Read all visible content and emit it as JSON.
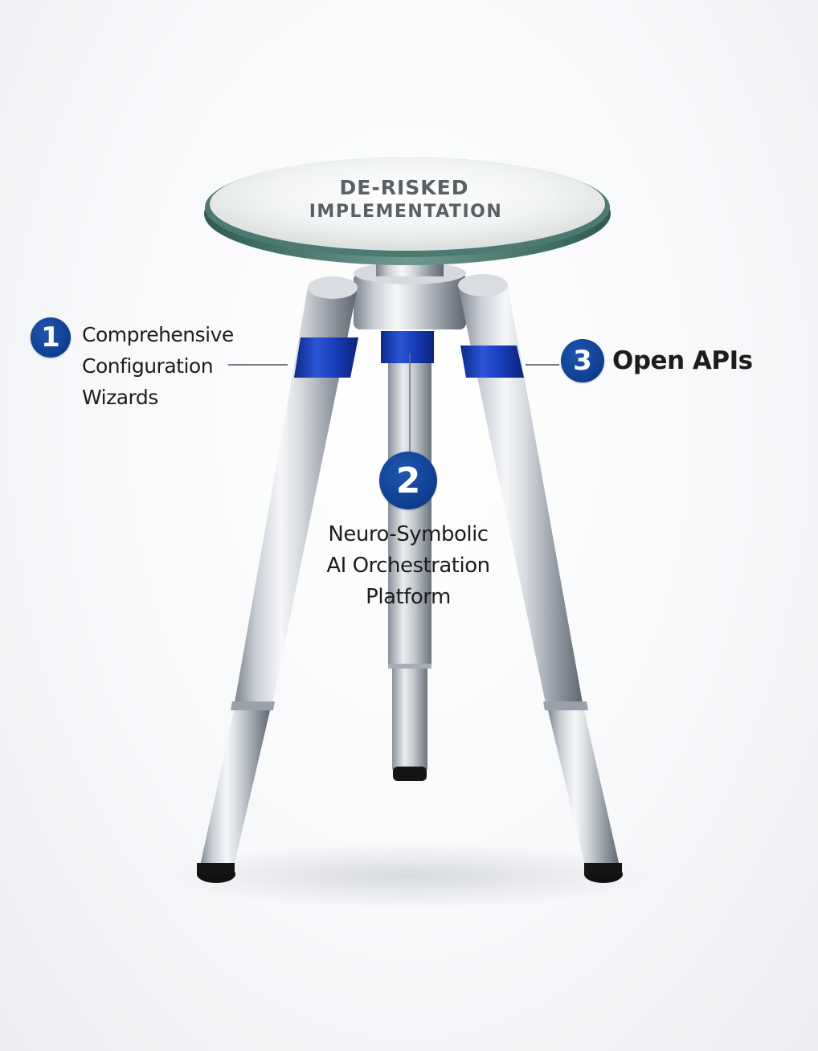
{
  "tabletop": {
    "line1": "DE-RISKED",
    "line2": "IMPLEMENTATION"
  },
  "pillars": [
    {
      "number": "1",
      "lines": [
        "Comprehensive",
        "Configuration",
        "Wizards"
      ]
    },
    {
      "number": "2",
      "lines": [
        "Neuro-Symbolic",
        "AI Orchestration",
        "Platform"
      ]
    },
    {
      "number": "3",
      "lines": [
        "Open APIs"
      ]
    }
  ],
  "colors": {
    "badge_blue": "#0e3e8f",
    "band_blue": "#1a3fc0",
    "steel_light": "#eef0f3",
    "steel_dark": "#6f7681",
    "glass_edge": "#3e6b63",
    "foot": "#111111"
  }
}
